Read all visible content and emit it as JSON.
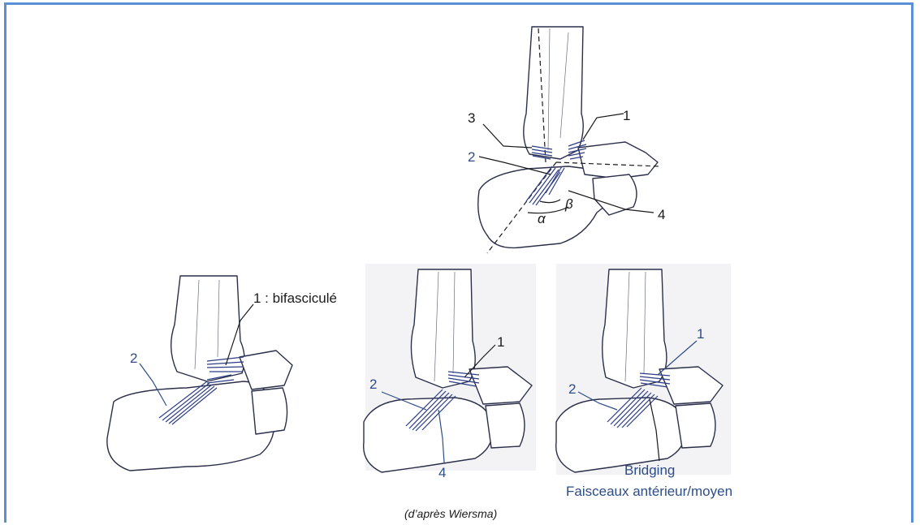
{
  "top_figure": {
    "labels": [
      "3",
      "1",
      "2",
      "4"
    ],
    "angles": [
      "α",
      "β"
    ]
  },
  "figure_left": {
    "labels": [
      "1 : bifasciculé",
      "2"
    ]
  },
  "figure_middle": {
    "labels": [
      "1",
      "2",
      "4"
    ]
  },
  "figure_right": {
    "labels": [
      "1",
      "2"
    ],
    "caption_line1": "Bridging",
    "caption_line2": "Faisceaux antérieur/moyen"
  },
  "credit": "(d’après Wiersma)",
  "colors": {
    "frame": "#5b8fd6",
    "ligament": "#2d3c86",
    "label_blue": "#2d4d86",
    "label_black": "#1a1a1a"
  }
}
